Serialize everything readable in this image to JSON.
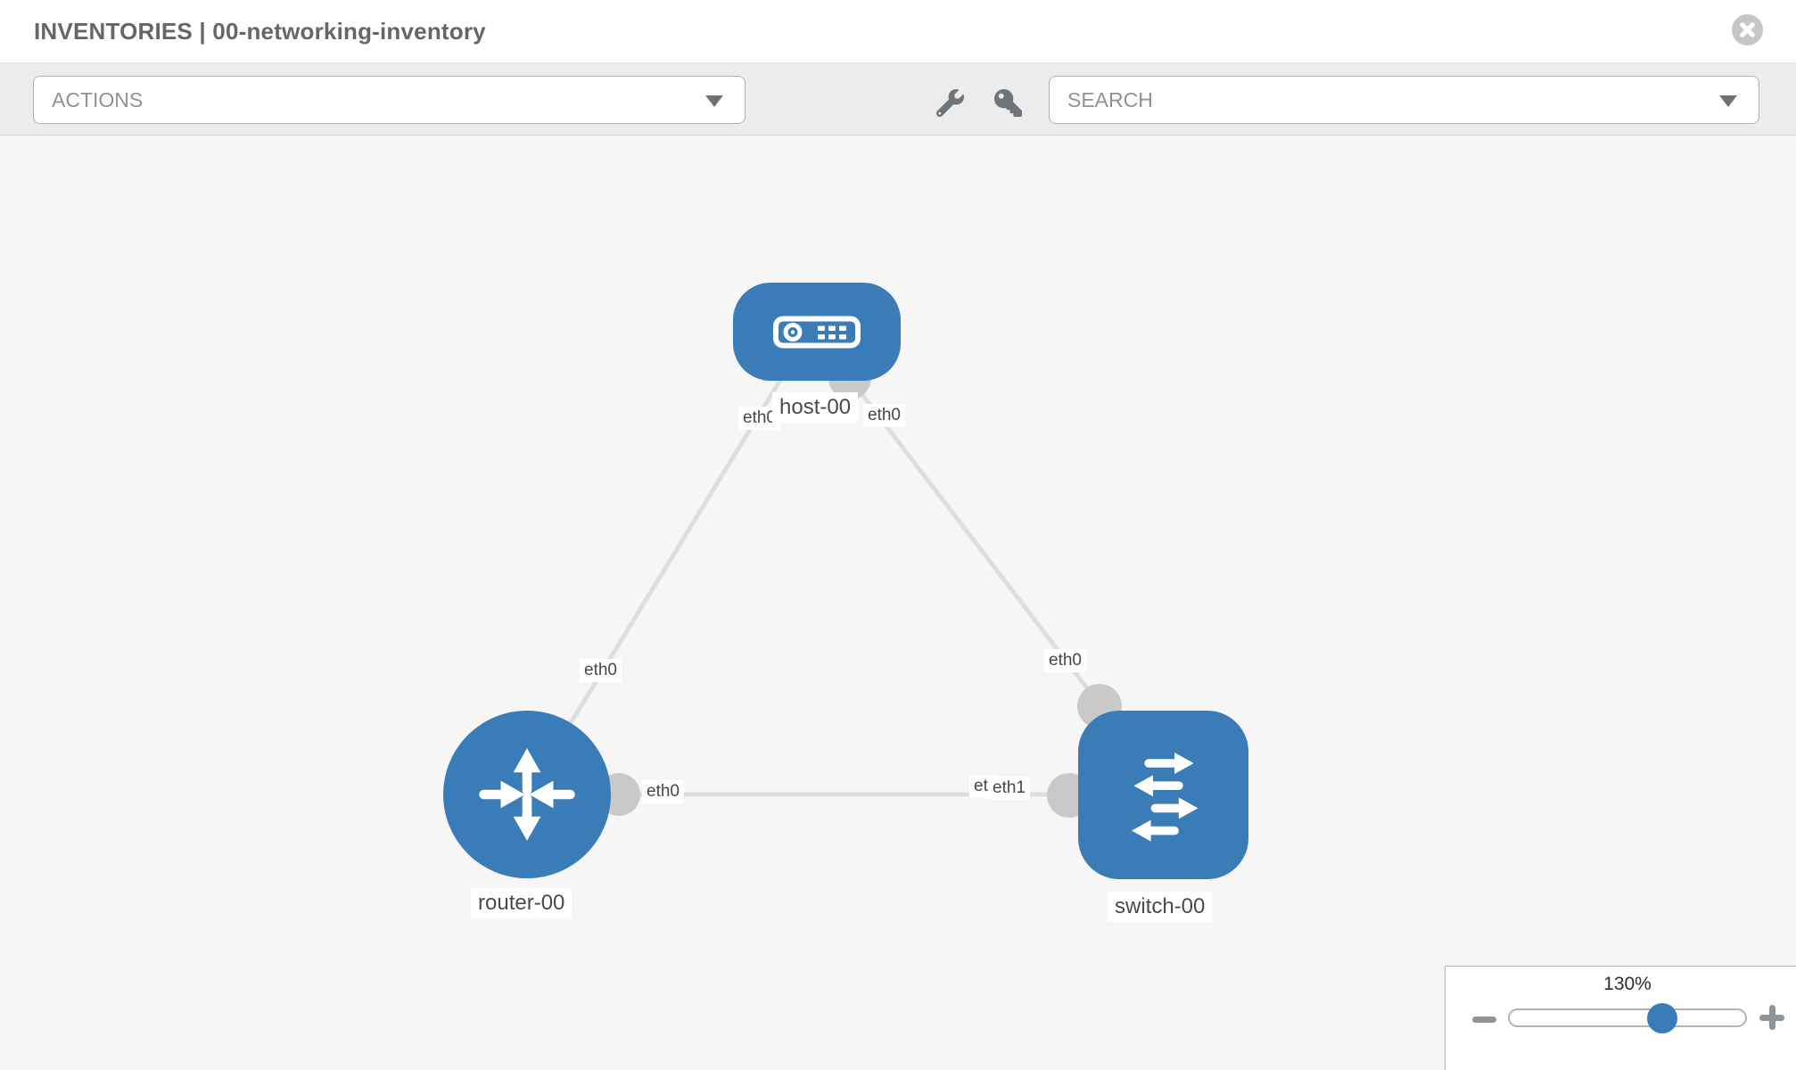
{
  "header": {
    "title": "INVENTORIES | 00-networking-inventory"
  },
  "toolbar": {
    "actions_label": "ACTIONS",
    "search_placeholder": "SEARCH",
    "icon_names": [
      "wrench-icon",
      "key-icon"
    ]
  },
  "topology": {
    "nodes": [
      {
        "label": "host-00",
        "type": "host",
        "icon": "host-device-icon"
      },
      {
        "label": "router-00",
        "type": "router",
        "icon": "router-arrows-icon"
      },
      {
        "label": "switch-00",
        "type": "switch",
        "icon": "switch-arrows-icon"
      }
    ],
    "links": [
      {
        "source": "host-00",
        "target": "router-00",
        "source_interface": "eth0",
        "target_interface": "eth0"
      },
      {
        "source": "host-00",
        "target": "switch-00",
        "source_interface": "eth0",
        "target_interface": "eth0"
      },
      {
        "source": "router-00",
        "target": "switch-00",
        "source_interface": "eth0",
        "target_interface": "eth1"
      }
    ],
    "clipped_interface_label": "et"
  },
  "zoom_control": {
    "level": "130%"
  },
  "colors": {
    "node_blue": "#3a7cb7",
    "link_gray": "#dedede",
    "port_gray": "#c9c9c9",
    "canvas_bg": "#f6f6f6"
  }
}
